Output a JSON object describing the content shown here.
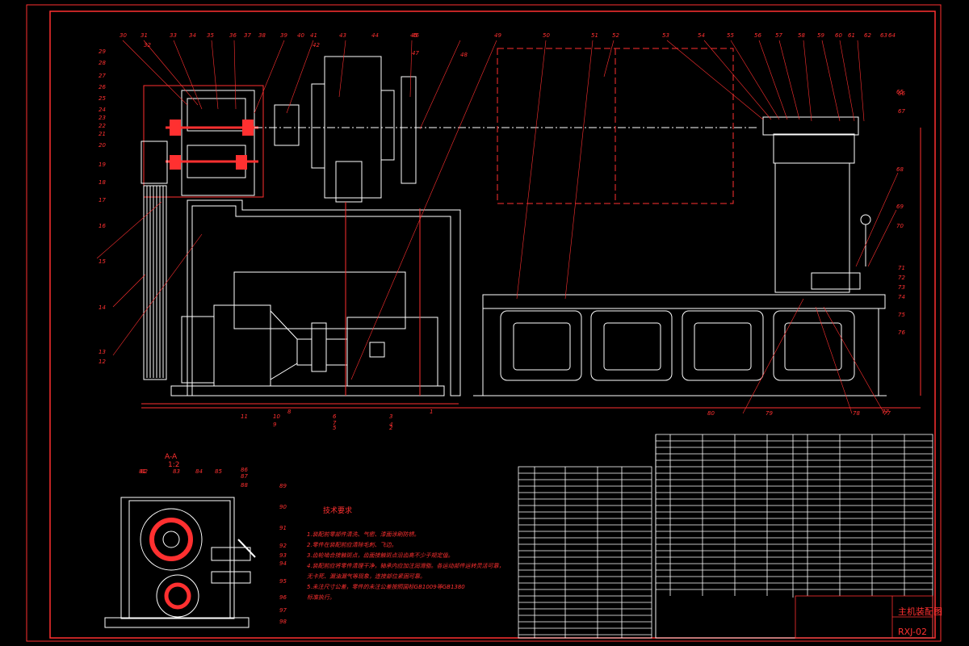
{
  "drawing": {
    "title": "主机装配图",
    "code": "RXJ-02",
    "colors": {
      "background": "#000000",
      "line": "#ffffff",
      "annotation": "#ff3030"
    }
  },
  "section_view": {
    "label": "A-A",
    "scale": "1:2"
  },
  "tech_requirements": {
    "heading": "技术要求",
    "lines": [
      "1.装配前零部件清洗、气密、漆面涂刷防锈。",
      "2.零件在装配前应清除毛刺、飞边。",
      "3.齿轮啮合接触斑点，齿面接触斑点沿齿高不少于规定值。",
      "4.装配前应将零件清理干净，轴承内应加注润滑脂。各运动部件运转灵活可靠，",
      "  无卡死、漏油漏气等现象，连接部位紧固可靠。",
      "5.未注尺寸公差，零件的未注公差按照国标GB1009等GB1380",
      "  标准执行。"
    ]
  },
  "callouts_top": [
    "30",
    "31",
    "32",
    "33",
    "34",
    "35",
    "36",
    "37",
    "38",
    "39",
    "40",
    "41",
    "42",
    "43",
    "44",
    "45",
    "46",
    "47",
    "48",
    "49",
    "50",
    "51",
    "52",
    "53",
    "54",
    "55",
    "56",
    "57",
    "58",
    "59",
    "60",
    "61",
    "62",
    "63",
    "64"
  ],
  "callouts_left": [
    "29",
    "28",
    "27",
    "26",
    "25",
    "24",
    "23",
    "22",
    "21",
    "20",
    "19",
    "18",
    "17",
    "16",
    "15",
    "14",
    "13",
    "12"
  ],
  "callouts_right": [
    "65",
    "66",
    "67",
    "68",
    "69",
    "70",
    "71",
    "72",
    "73",
    "74",
    "75",
    "76",
    "77"
  ],
  "callouts_bottom": [
    "11",
    "10",
    "9",
    "8",
    "7",
    "6",
    "5",
    "4",
    "3",
    "2",
    "1",
    "80",
    "79",
    "78",
    "77"
  ],
  "callouts_section": [
    "82",
    "83",
    "84",
    "85",
    "86",
    "87",
    "88",
    "89",
    "90",
    "91",
    "92",
    "93",
    "94",
    "95",
    "96",
    "97",
    "98",
    "81"
  ]
}
